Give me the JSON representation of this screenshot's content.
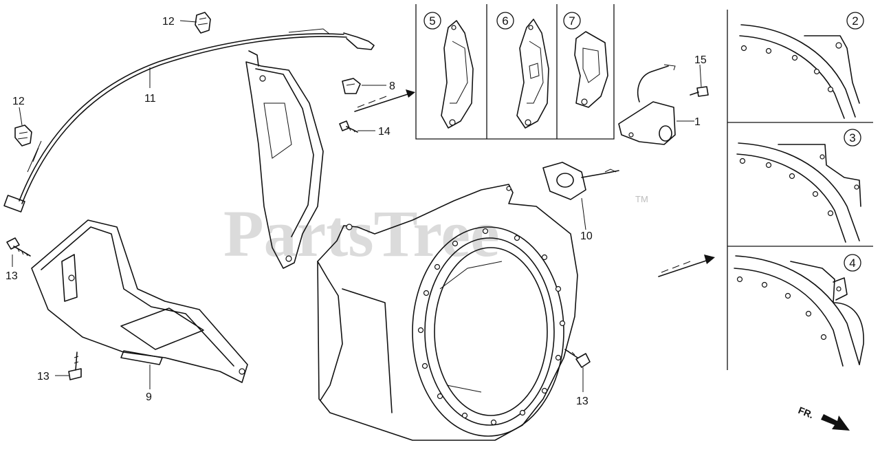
{
  "watermark": {
    "text": "PartsTree",
    "trademark": "TM"
  },
  "callouts": [
    {
      "id": "c12a",
      "text": "12"
    },
    {
      "id": "c11",
      "text": "11"
    },
    {
      "id": "c12b",
      "text": "12"
    },
    {
      "id": "c13a",
      "text": "13"
    },
    {
      "id": "c13b",
      "text": "13"
    },
    {
      "id": "c9",
      "text": "9"
    },
    {
      "id": "c8",
      "text": "8"
    },
    {
      "id": "c14",
      "text": "14"
    },
    {
      "id": "c10",
      "text": "10"
    },
    {
      "id": "c13c",
      "text": "13"
    },
    {
      "id": "c15",
      "text": "15"
    },
    {
      "id": "c1",
      "text": "1"
    }
  ],
  "inset_top": {
    "labels": [
      "5",
      "6",
      "7"
    ]
  },
  "inset_right": {
    "labels": [
      "2",
      "3",
      "4"
    ]
  },
  "direction": {
    "text": "FR."
  }
}
